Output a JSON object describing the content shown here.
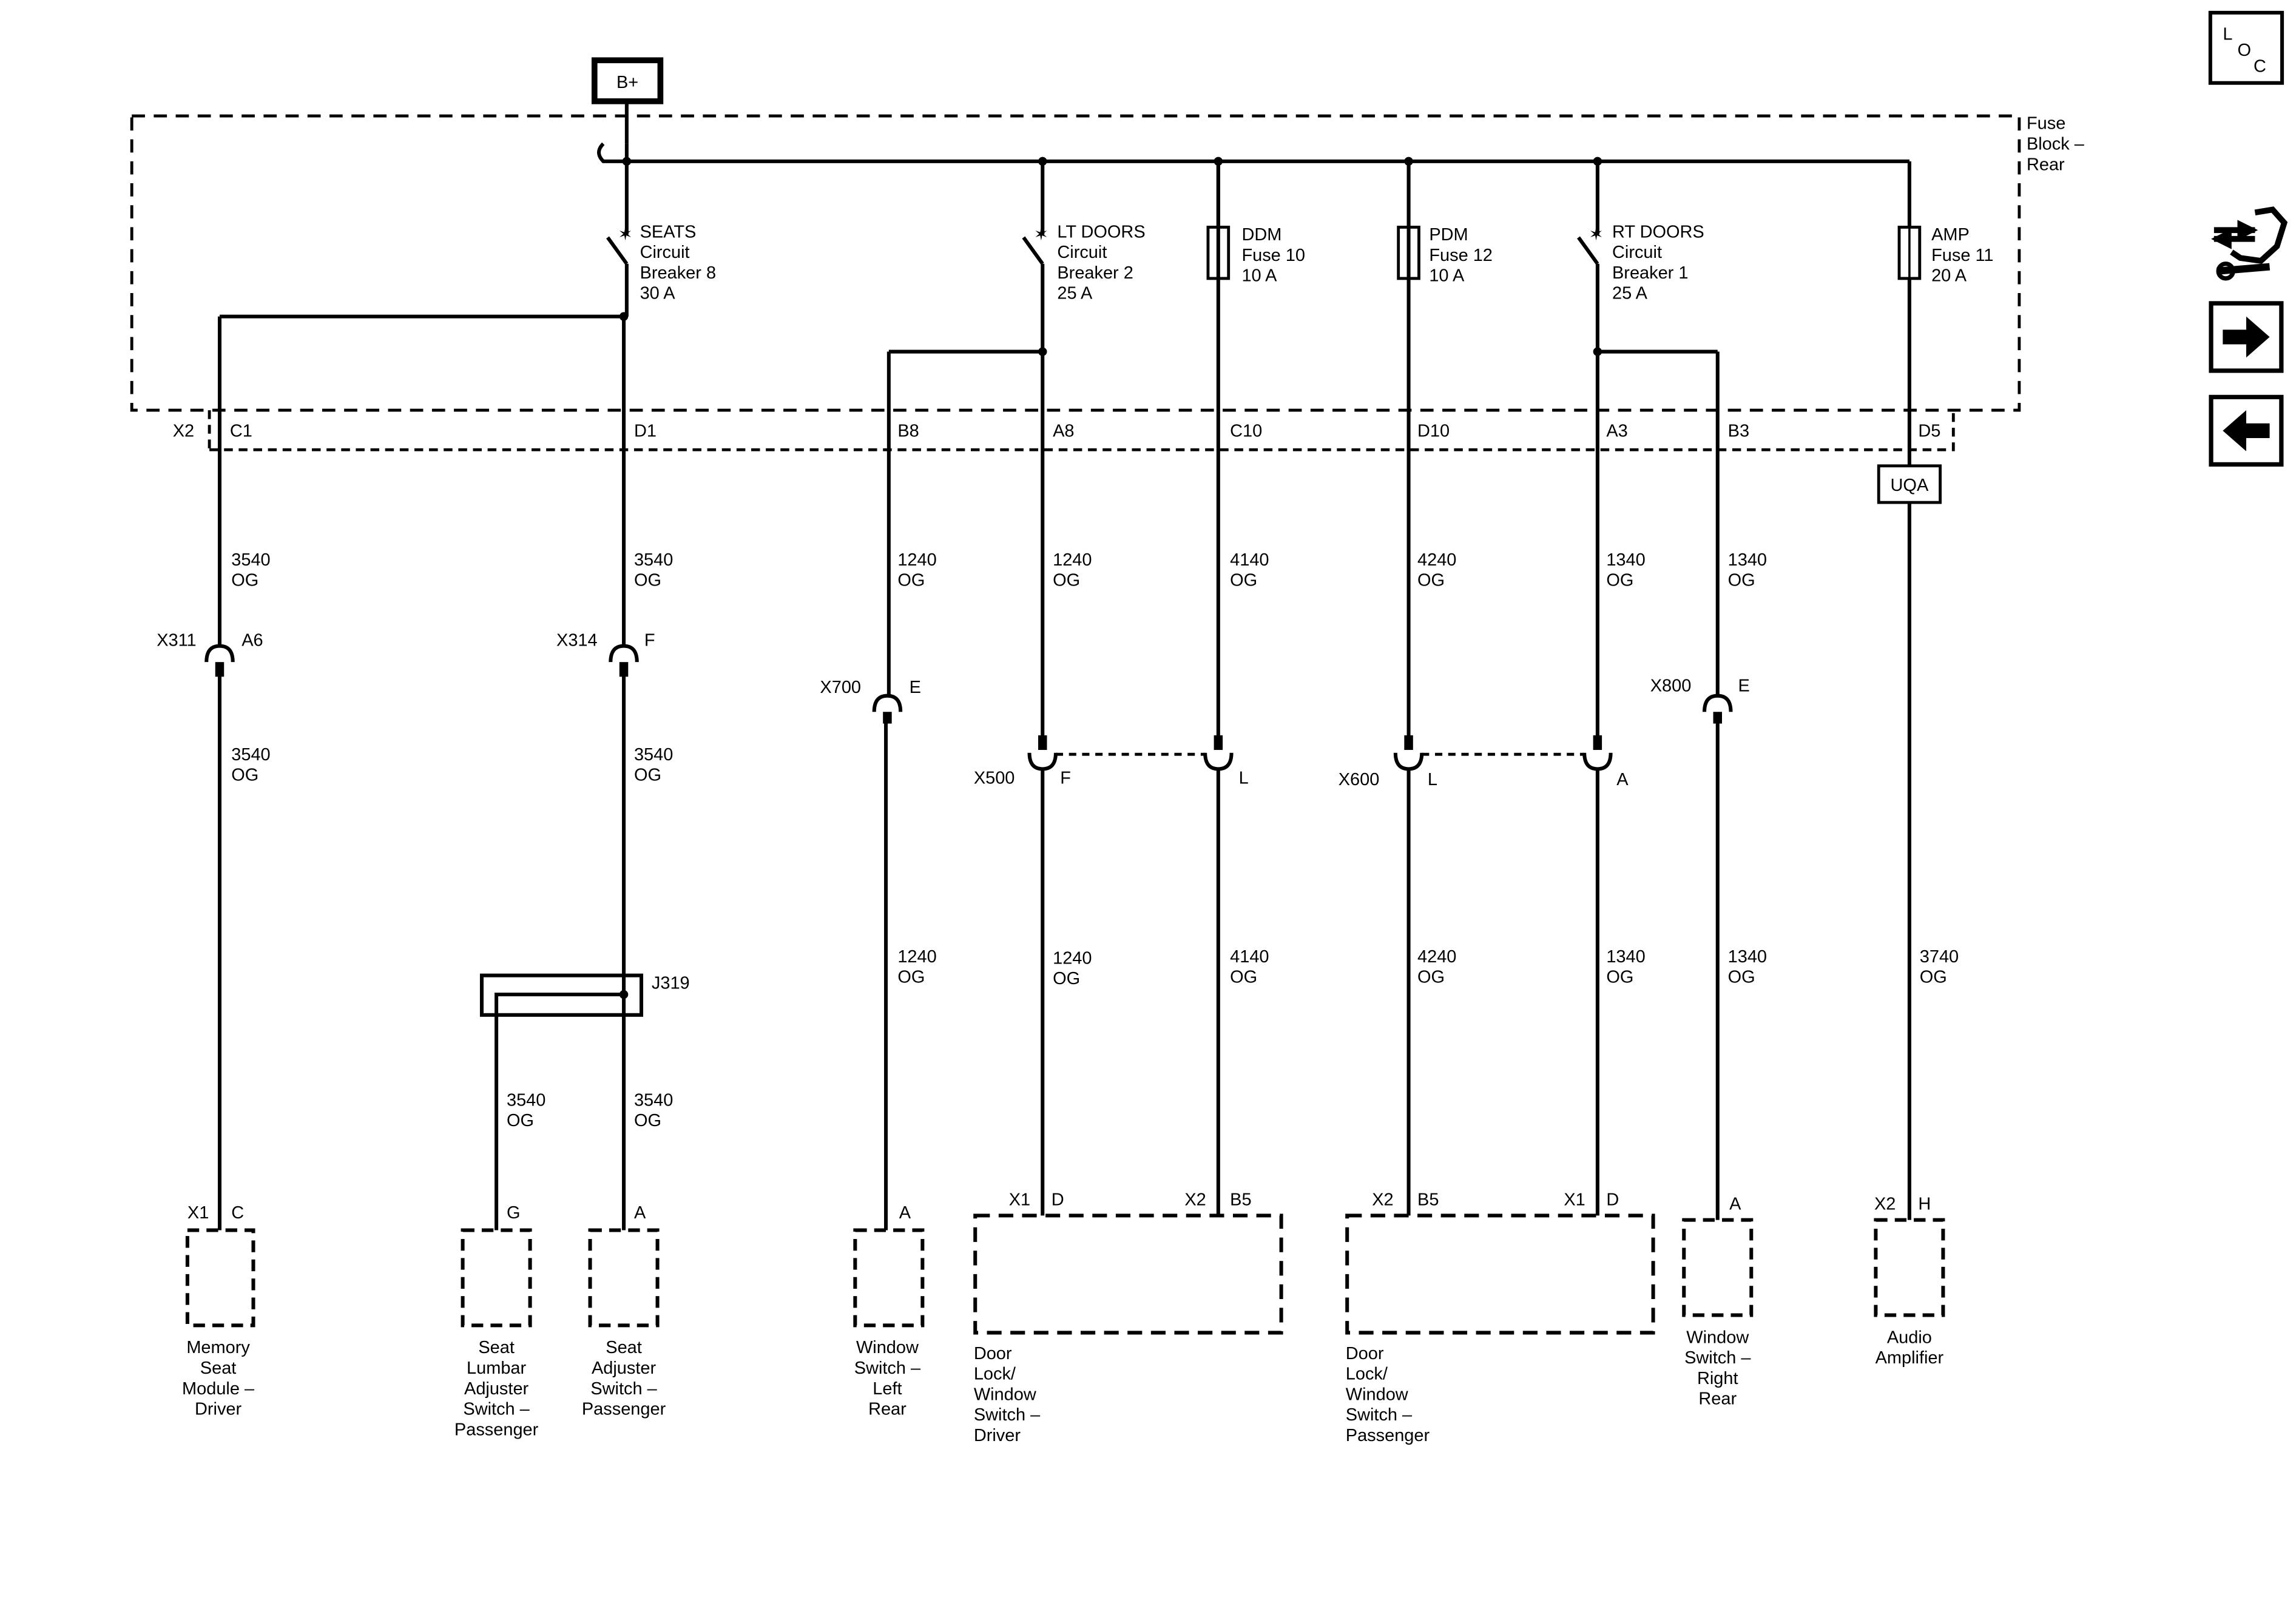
{
  "supply": {
    "label": "B+"
  },
  "fuse_block": {
    "lines": [
      "Fuse",
      "Block –",
      "Rear"
    ]
  },
  "feeds": {
    "seats": [
      "SEATS",
      "Circuit",
      "Breaker 8",
      "30 A"
    ],
    "lt_doors": [
      "LT DOORS",
      "Circuit",
      "Breaker 2",
      "25 A"
    ],
    "ddm": [
      "DDM",
      "Fuse 10",
      "10 A"
    ],
    "pdm": [
      "PDM",
      "Fuse 12",
      "10 A"
    ],
    "rt_doors": [
      "RT DOORS",
      "Circuit",
      "Breaker 1",
      "25 A"
    ],
    "amp": [
      "AMP",
      "Fuse 11",
      "20 A"
    ]
  },
  "connector_x2": "X2",
  "pins": {
    "c1": "C1",
    "d1": "D1",
    "b8": "B8",
    "a8": "A8",
    "c10": "C10",
    "d10": "D10",
    "a3": "A3",
    "b3": "B3",
    "d5": "D5"
  },
  "uqa": "UQA",
  "wires": {
    "w3540": "3540",
    "w1240": "1240",
    "w4140": "4140",
    "w4240": "4240",
    "w1340": "1340",
    "w3740": "3740",
    "og": "OG"
  },
  "inline_connectors": {
    "x311": {
      "name": "X311",
      "pin": "A6"
    },
    "x314": {
      "name": "X314",
      "pin": "F"
    },
    "x700": {
      "name": "X700",
      "pin": "E"
    },
    "x800": {
      "name": "X800",
      "pin": "E"
    },
    "x500": {
      "name": "X500",
      "pin_a": "F",
      "pin_b": "L"
    },
    "x600": {
      "name": "X600",
      "pin_a": "L",
      "pin_b": "A"
    }
  },
  "splice": "J319",
  "components": {
    "memory_seat": {
      "conn": "X1",
      "pin": "C",
      "name": [
        "Memory",
        "Seat",
        "Module –",
        "Driver"
      ]
    },
    "lumbar": {
      "pin": "G",
      "name": [
        "Seat",
        "Lumbar",
        "Adjuster",
        "Switch –",
        "Passenger"
      ]
    },
    "seat_adjuster": {
      "pin": "A",
      "name": [
        "Seat",
        "Adjuster",
        "Switch –",
        "Passenger"
      ]
    },
    "window_lr": {
      "pin": "A",
      "name": [
        "Window",
        "Switch –",
        "Left",
        "Rear"
      ]
    },
    "door_driver": {
      "conn1": "X1",
      "pin1": "D",
      "conn2": "X2",
      "pin2": "B5",
      "name": [
        "Door",
        "Lock/",
        "Window",
        "Switch –",
        "Driver"
      ]
    },
    "door_pass": {
      "conn1": "X2",
      "pin1": "B5",
      "conn2": "X1",
      "pin2": "D",
      "name": [
        "Door",
        "Lock/",
        "Window",
        "Switch –",
        "Passenger"
      ]
    },
    "window_rr": {
      "pin": "A",
      "name": [
        "Window",
        "Switch –",
        "Right",
        "Rear"
      ]
    },
    "audio_amp": {
      "conn": "X2",
      "pin": "H",
      "name": [
        "Audio",
        "Amplifier"
      ]
    }
  },
  "loc_icon": {
    "l": "L",
    "o": "O",
    "c": "C"
  },
  "icons": [
    "loc-icon",
    "swap-tools-icon",
    "arrow-right-icon",
    "arrow-left-icon"
  ]
}
